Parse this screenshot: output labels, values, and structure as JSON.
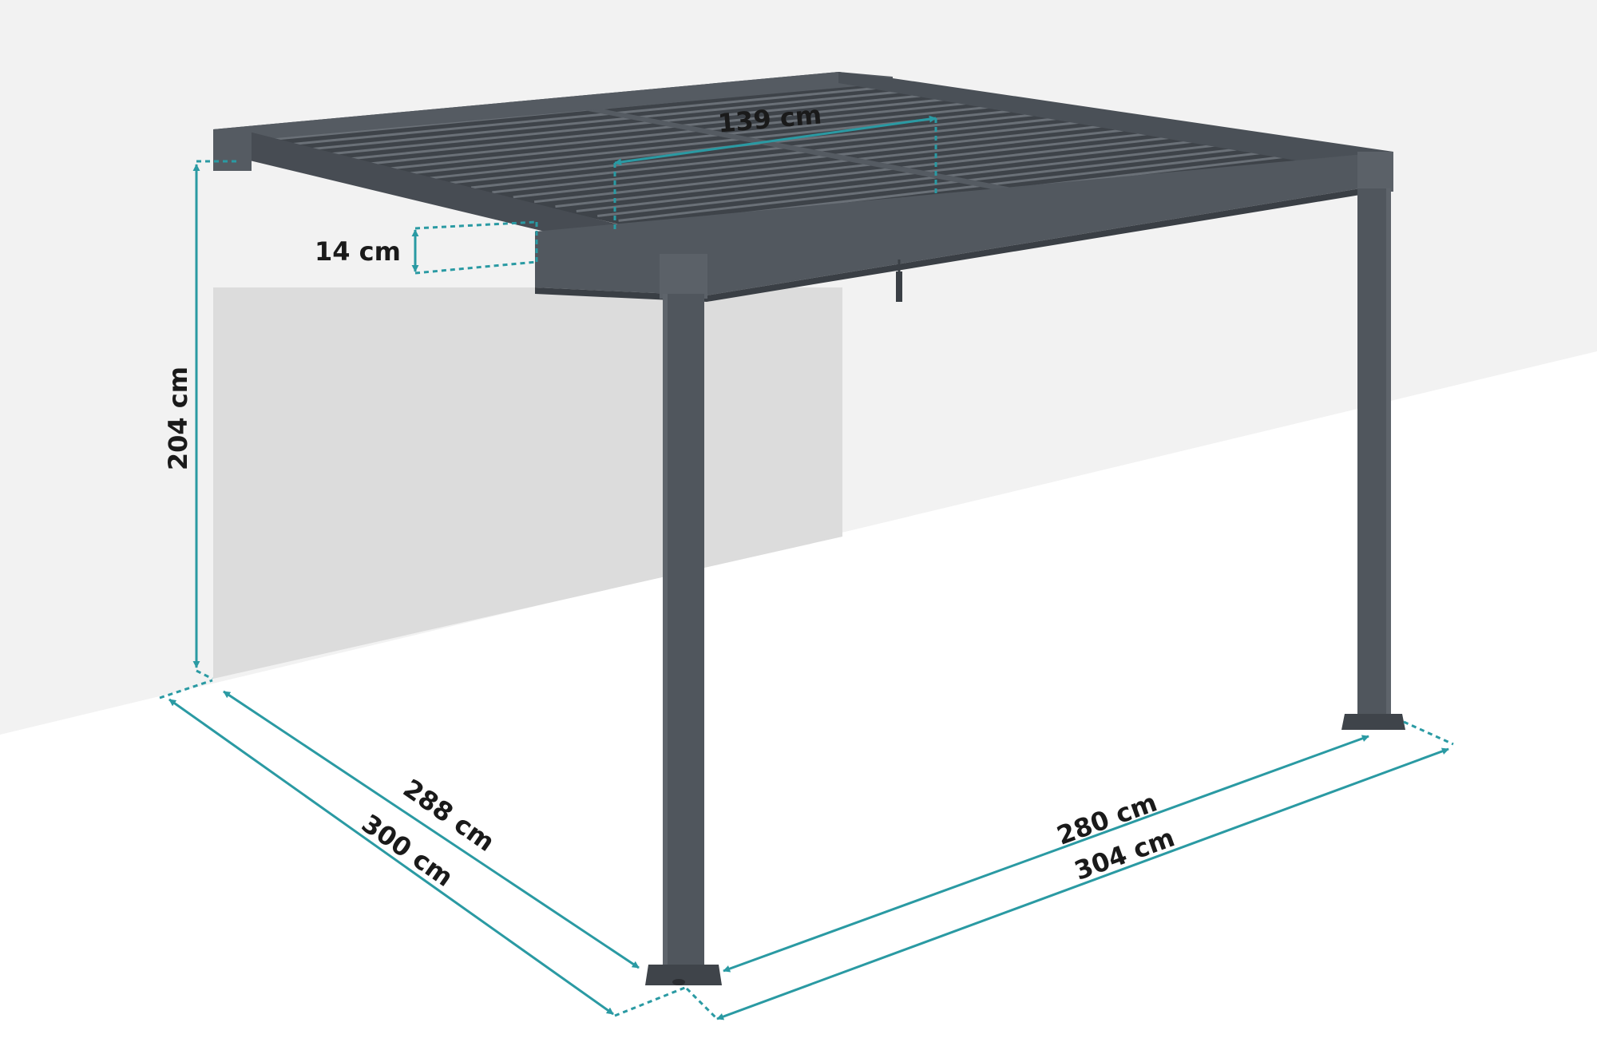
{
  "colors": {
    "frame": "#4f555c",
    "frame_dark": "#3f444a",
    "frame_light": "#5e646b",
    "dimension_line": "#2a9aa3",
    "back_wall": "#f2f2f2",
    "left_wall": "#dcdcdc",
    "floor": "#ffffff"
  },
  "dimensions": {
    "louver_width": "139 cm",
    "beam_height": "14 cm",
    "clear_height": "204 cm",
    "depth_inner": "288 cm",
    "depth_outer": "300 cm",
    "width_inner": "280 cm",
    "width_outer": "304 cm"
  }
}
